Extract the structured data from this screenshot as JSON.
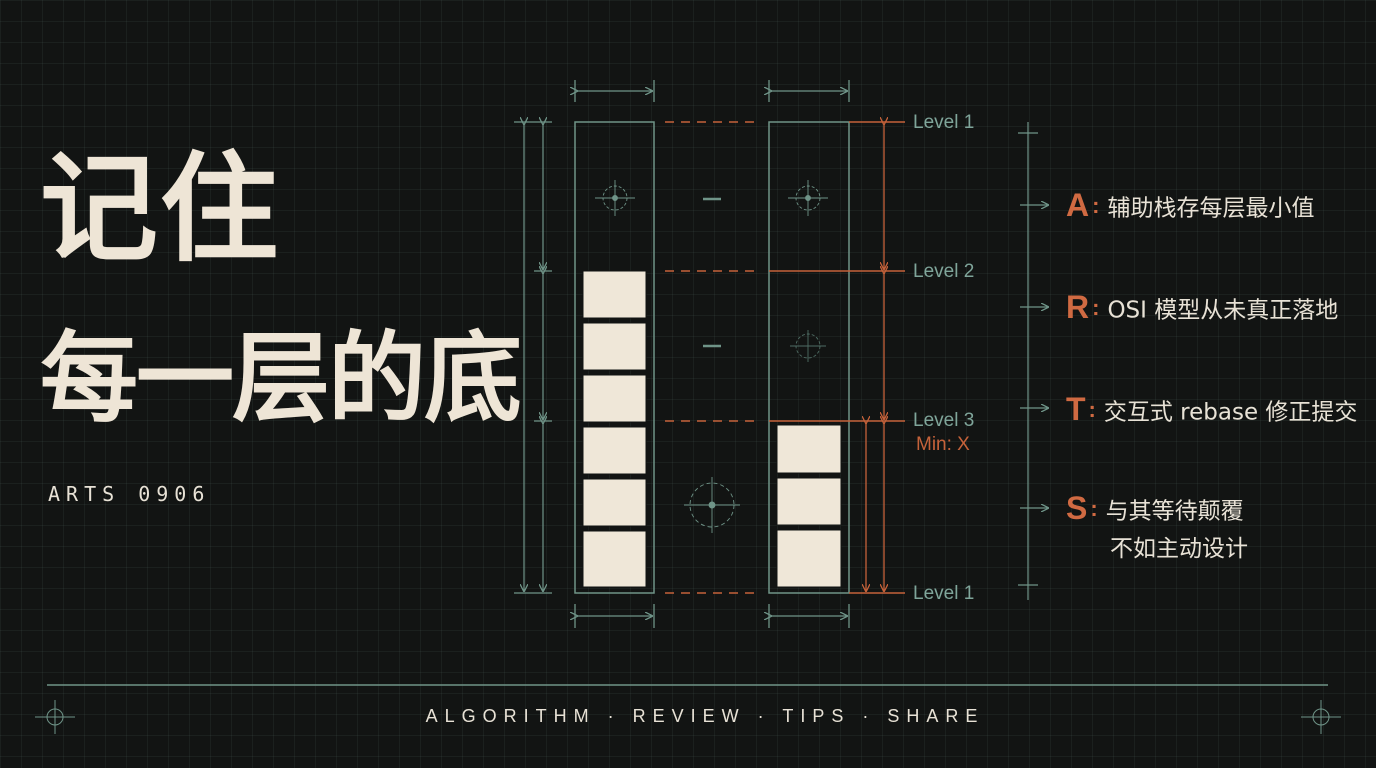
{
  "title": {
    "line1": "记住",
    "line2": "每一层的底"
  },
  "code": "ARTS 0906",
  "diagram": {
    "levels": {
      "top_left": "Level 1",
      "second": "Level 2",
      "third": "Level 3",
      "bottom": "Level 1"
    },
    "min_label": "Min: X",
    "main_stack_blocks": 6,
    "min_stack_blocks": 3,
    "colors": {
      "accent": "#d06a42",
      "line": "#6f9488",
      "block": "#efe7d8"
    }
  },
  "arts": [
    {
      "letter": "A",
      "text": "辅助栈存每层最小值",
      "text2": ""
    },
    {
      "letter": "R",
      "text": "OSI 模型从未真正落地",
      "text2": ""
    },
    {
      "letter": "T",
      "text": "交互式 rebase 修正提交",
      "text2": ""
    },
    {
      "letter": "S",
      "text": "与其等待颠覆",
      "text2": "不如主动设计"
    }
  ],
  "footer": "ALGORITHM · REVIEW · TIPS · SHARE",
  "icons": {
    "crosshair": "crosshair-icon"
  }
}
